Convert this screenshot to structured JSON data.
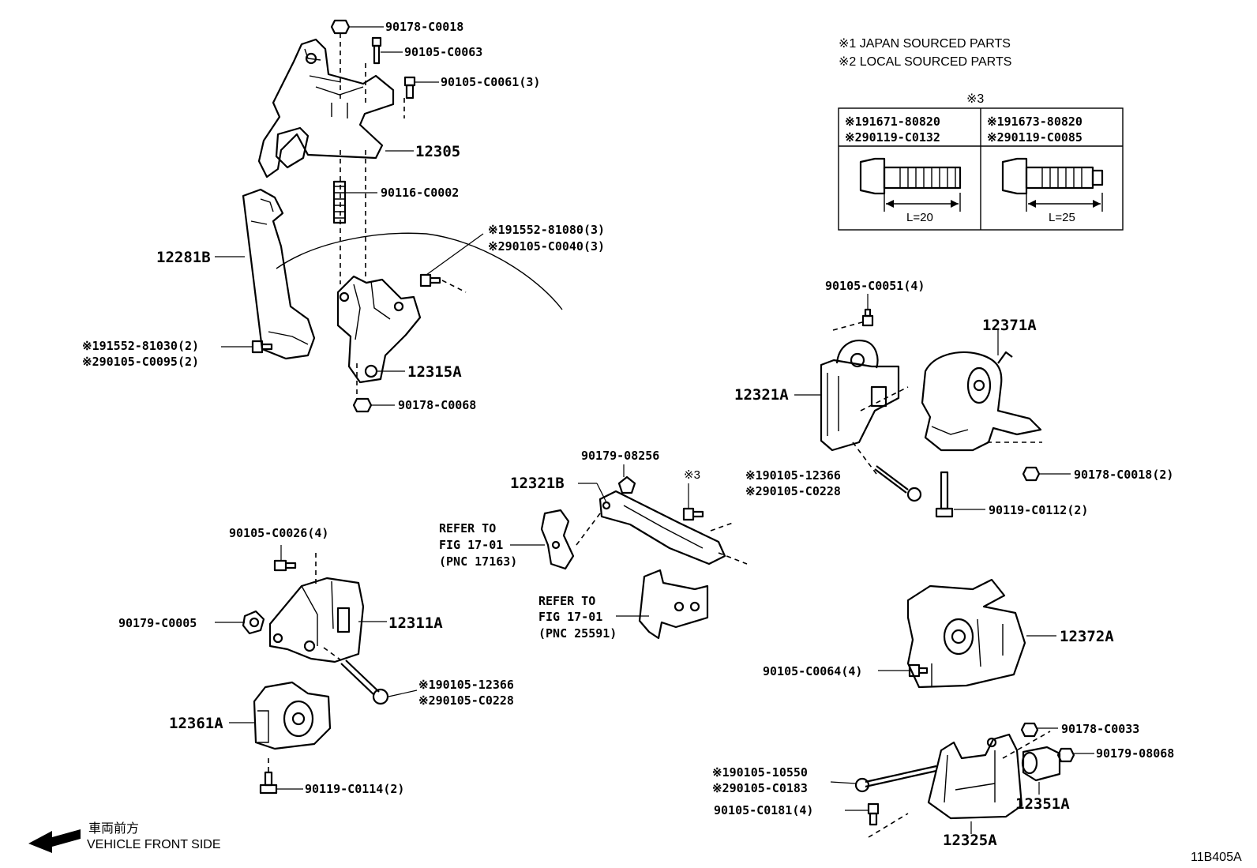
{
  "notes": {
    "japan": "※1 JAPAN SOURCED PARTS",
    "local": "※2 LOCAL SOURCED PARTS"
  },
  "bolt_table": {
    "header": "※3",
    "col1_line1": "※191671-80820",
    "col1_line2": "※290119-C0132",
    "col1_length": "L=20",
    "col2_line1": "※191673-80820",
    "col2_line2": "※290119-C0085",
    "col2_length": "L=25"
  },
  "parts": {
    "p01": "90178-C0018",
    "p02": "90105-C0063",
    "p03": "90105-C0061(3)",
    "p04": "12305",
    "p05": "90116-C0002",
    "p06": "※191552-81080(3)",
    "p07": "※290105-C0040(3)",
    "p08": "12281B",
    "p09": "※191552-81030(2)",
    "p10": "※290105-C0095(2)",
    "p11": "12315A",
    "p12": "90178-C0068",
    "p13": "90105-C0051(4)",
    "p14": "12371A",
    "p15": "12321A",
    "p16": "※190105-12366",
    "p17": "※290105-C0228",
    "p18": "90178-C0018(2)",
    "p19": "90119-C0112(2)",
    "p20": "90179-08256",
    "p21": "12321B",
    "p22": "※3",
    "p23": "90105-C0026(4)",
    "p24": "90179-C0005",
    "p25": "12311A",
    "p26": "※190105-12366",
    "p27": "※290105-C0228",
    "p28": "12361A",
    "p29": "90119-C0114(2)",
    "p30": "12372A",
    "p31": "90105-C0064(4)",
    "p32": "90178-C0033",
    "p33": "90179-08068",
    "p34": "※190105-10550",
    "p35": "※290105-C0183",
    "p36": "90105-C0181(4)",
    "p37": "12351A",
    "p38": "12325A"
  },
  "refer1": {
    "line1": "REFER TO",
    "line2": "FIG 17-01",
    "line3": "(PNC 17163)"
  },
  "refer2": {
    "line1": "REFER TO",
    "line2": "FIG 17-01",
    "line3": "(PNC 25591)"
  },
  "direction": {
    "jp": "車両前方",
    "en": "VEHICLE FRONT SIDE"
  },
  "figure_code": "11B405A"
}
